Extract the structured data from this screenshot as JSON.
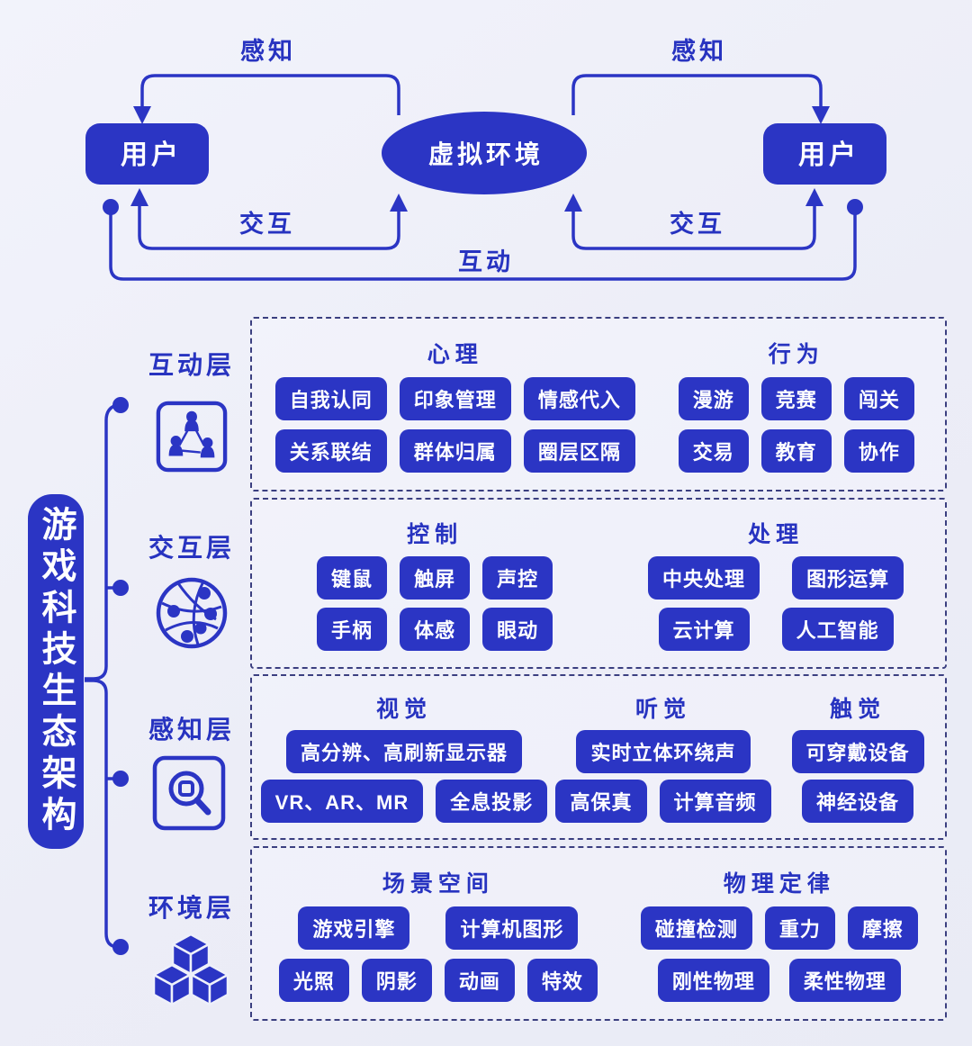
{
  "colors": {
    "primary_blue": "#2b35c4",
    "label_blue": "#2733c0",
    "dash_border": "#3b3f80",
    "background": "#ecedf7",
    "tag_text": "#ffffff"
  },
  "top_diagram": {
    "user_left": "用户",
    "user_right": "用户",
    "center_node": "虚拟环境",
    "perception_left": "感知",
    "perception_right": "感知",
    "interaction_left": "交互",
    "interaction_right": "交互",
    "mutual": "互动"
  },
  "sidebar": {
    "title": "游戏科技生态架构"
  },
  "layers": [
    {
      "label": "互动层",
      "icon": "people-network-icon"
    },
    {
      "label": "交互层",
      "icon": "globe-network-icon"
    },
    {
      "label": "感知层",
      "icon": "magnifier-icon"
    },
    {
      "label": "环境层",
      "icon": "cubes-icon"
    }
  ],
  "panels": [
    {
      "name": "互动层",
      "groups": [
        {
          "header": "心理",
          "rows": [
            [
              "自我认同",
              "印象管理",
              "情感代入"
            ],
            [
              "关系联结",
              "群体归属",
              "圈层区隔"
            ]
          ]
        },
        {
          "header": "行为",
          "rows": [
            [
              "漫游",
              "竞赛",
              "闯关"
            ],
            [
              "交易",
              "教育",
              "协作"
            ]
          ]
        }
      ]
    },
    {
      "name": "交互层",
      "groups": [
        {
          "header": "控制",
          "rows": [
            [
              "键鼠",
              "触屏",
              "声控"
            ],
            [
              "手柄",
              "体感",
              "眼动"
            ]
          ]
        },
        {
          "header": "处理",
          "rows": [
            [
              "中央处理",
              "图形运算"
            ],
            [
              "云计算",
              "人工智能"
            ]
          ]
        }
      ]
    },
    {
      "name": "感知层",
      "groups": [
        {
          "header": "视觉",
          "rows": [
            [
              "高分辨、高刷新显示器"
            ],
            [
              "VR、AR、MR",
              "全息投影"
            ]
          ]
        },
        {
          "header": "听觉",
          "rows": [
            [
              "实时立体环绕声"
            ],
            [
              "高保真",
              "计算音频"
            ]
          ]
        },
        {
          "header": "触觉",
          "rows": [
            [
              "可穿戴设备"
            ],
            [
              "神经设备"
            ]
          ]
        }
      ]
    },
    {
      "name": "环境层",
      "groups": [
        {
          "header": "场景空间",
          "rows": [
            [
              "游戏引擎",
              "计算机图形"
            ],
            [
              "光照",
              "阴影",
              "动画",
              "特效"
            ]
          ]
        },
        {
          "header": "物理定律",
          "rows": [
            [
              "碰撞检测",
              "重力",
              "摩擦"
            ],
            [
              "刚性物理",
              "柔性物理"
            ]
          ]
        }
      ]
    }
  ]
}
